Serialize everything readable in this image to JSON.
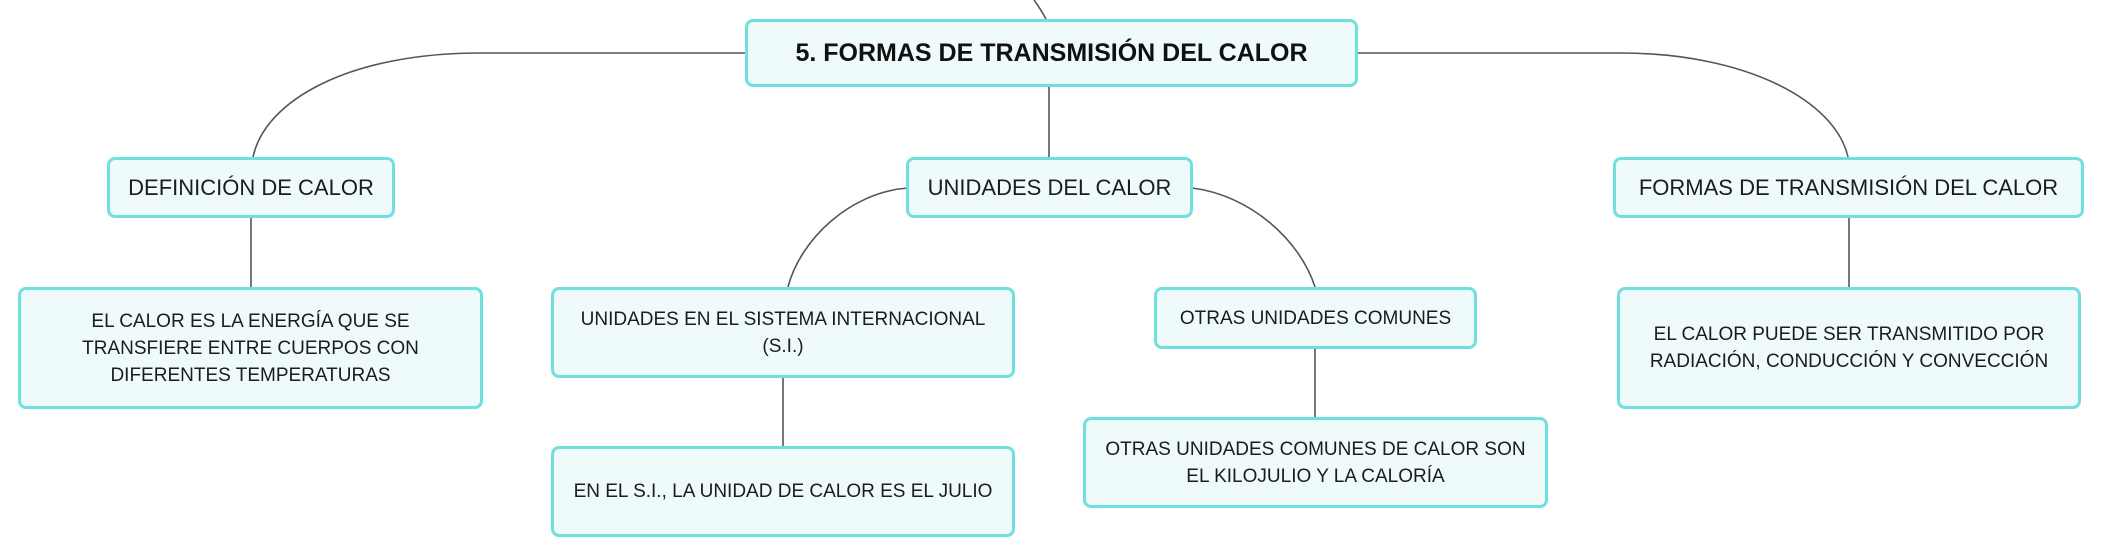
{
  "diagram": {
    "root": {
      "label": "5. FORMAS DE TRANSMISIÓN DEL CALOR"
    },
    "topics": [
      {
        "label": "DEFINICIÓN DE CALOR",
        "details": [
          "EL CALOR ES LA ENERGÍA QUE SE TRANSFIERE ENTRE CUERPOS CON DIFERENTES TEMPERATURAS"
        ]
      },
      {
        "label": "UNIDADES DEL CALOR",
        "subtopics": [
          {
            "label": "UNIDADES EN EL SISTEMA INTERNACIONAL (S.I.)",
            "detail": "EN EL S.I., LA UNIDAD DE CALOR ES EL JULIO"
          },
          {
            "label": "OTRAS UNIDADES COMUNES",
            "detail": "OTRAS UNIDADES COMUNES DE CALOR SON EL KILOJULIO Y LA CALORÍA"
          }
        ]
      },
      {
        "label": "FORMAS DE TRANSMISIÓN DEL CALOR",
        "details": [
          "EL CALOR PUEDE SER TRANSMITIDO POR RADIACIÓN, CONDUCCIÓN Y CONVECCIÓN"
        ]
      }
    ],
    "colors": {
      "node_border": "#6fe0de",
      "node_fill": "#effafa",
      "connector": "#555555"
    }
  }
}
